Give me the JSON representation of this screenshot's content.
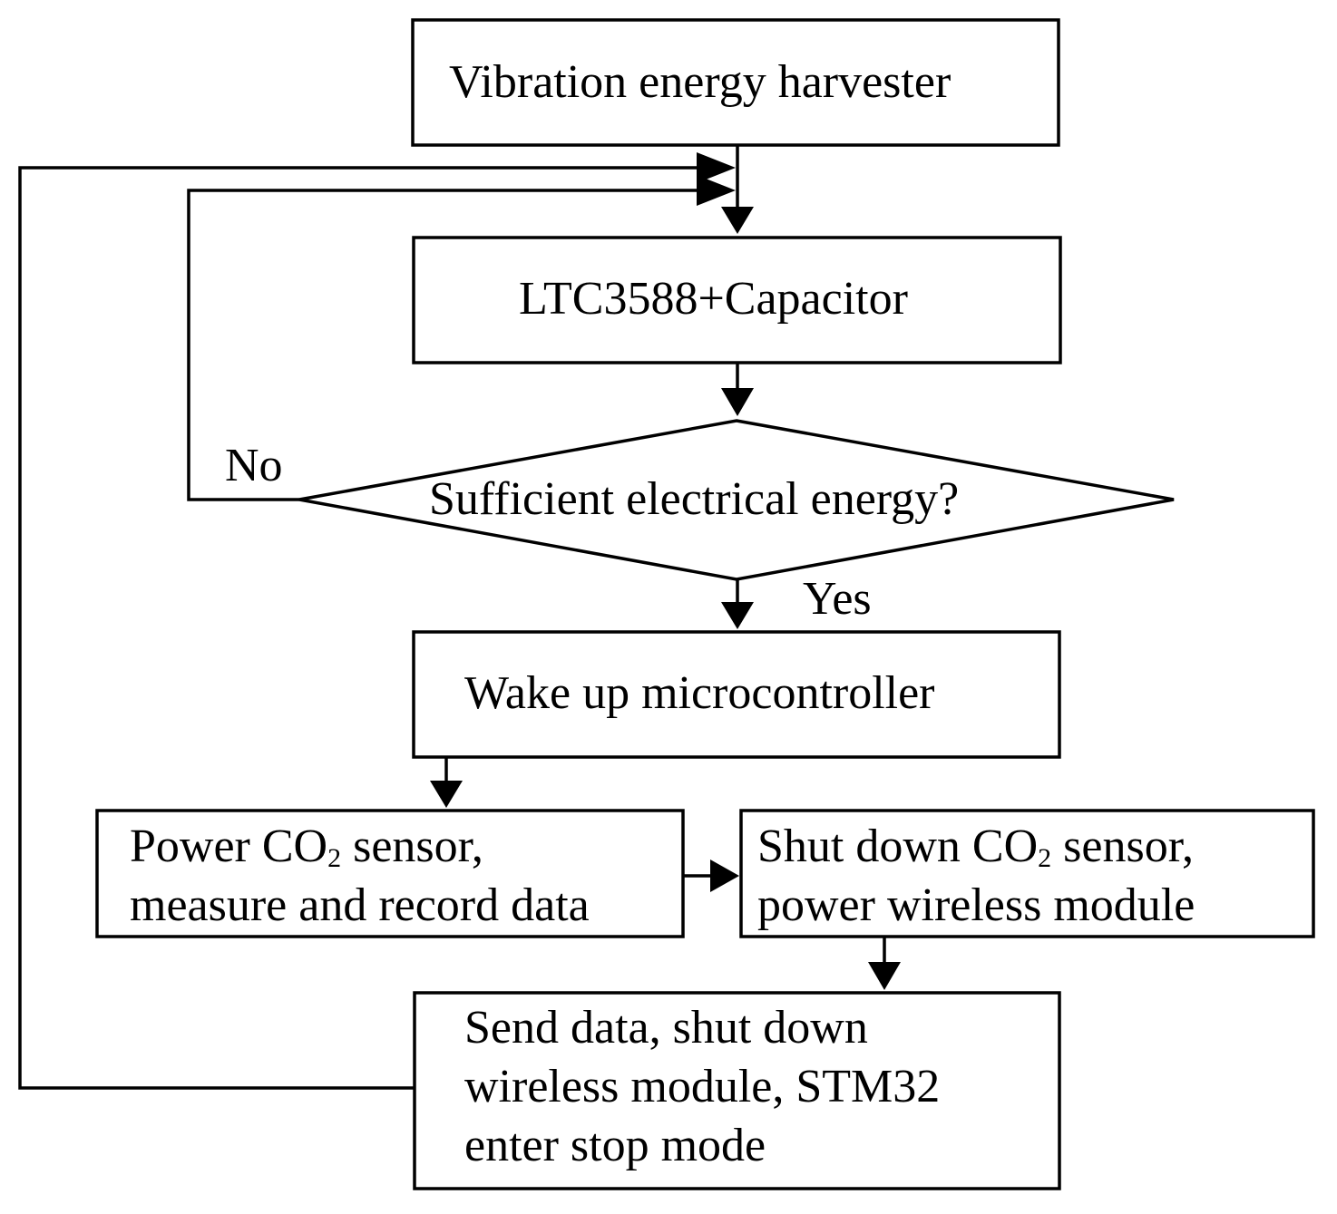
{
  "nodes": {
    "harvester": {
      "line1": "Vibration energy harvester"
    },
    "ltc": {
      "line1": "LTC3588+Capacitor"
    },
    "decision": {
      "line1": "Sufficient electrical energy?"
    },
    "wake": {
      "line1": "Wake up microcontroller"
    },
    "power_sensor": {
      "line1_prefix": "Power CO",
      "line1_sub": "2",
      "line1_suffix": " sensor,",
      "line2": "measure and record data"
    },
    "shutdown_sensor": {
      "line1_prefix": "Shut down CO",
      "line1_sub": "2",
      "line1_suffix": " sensor,",
      "line2": "power wireless module"
    },
    "send": {
      "line1": "Send data, shut down",
      "line2": "wireless module, STM32",
      "line3": "enter stop mode"
    }
  },
  "edges": {
    "no_label": "No",
    "yes_label": "Yes"
  }
}
